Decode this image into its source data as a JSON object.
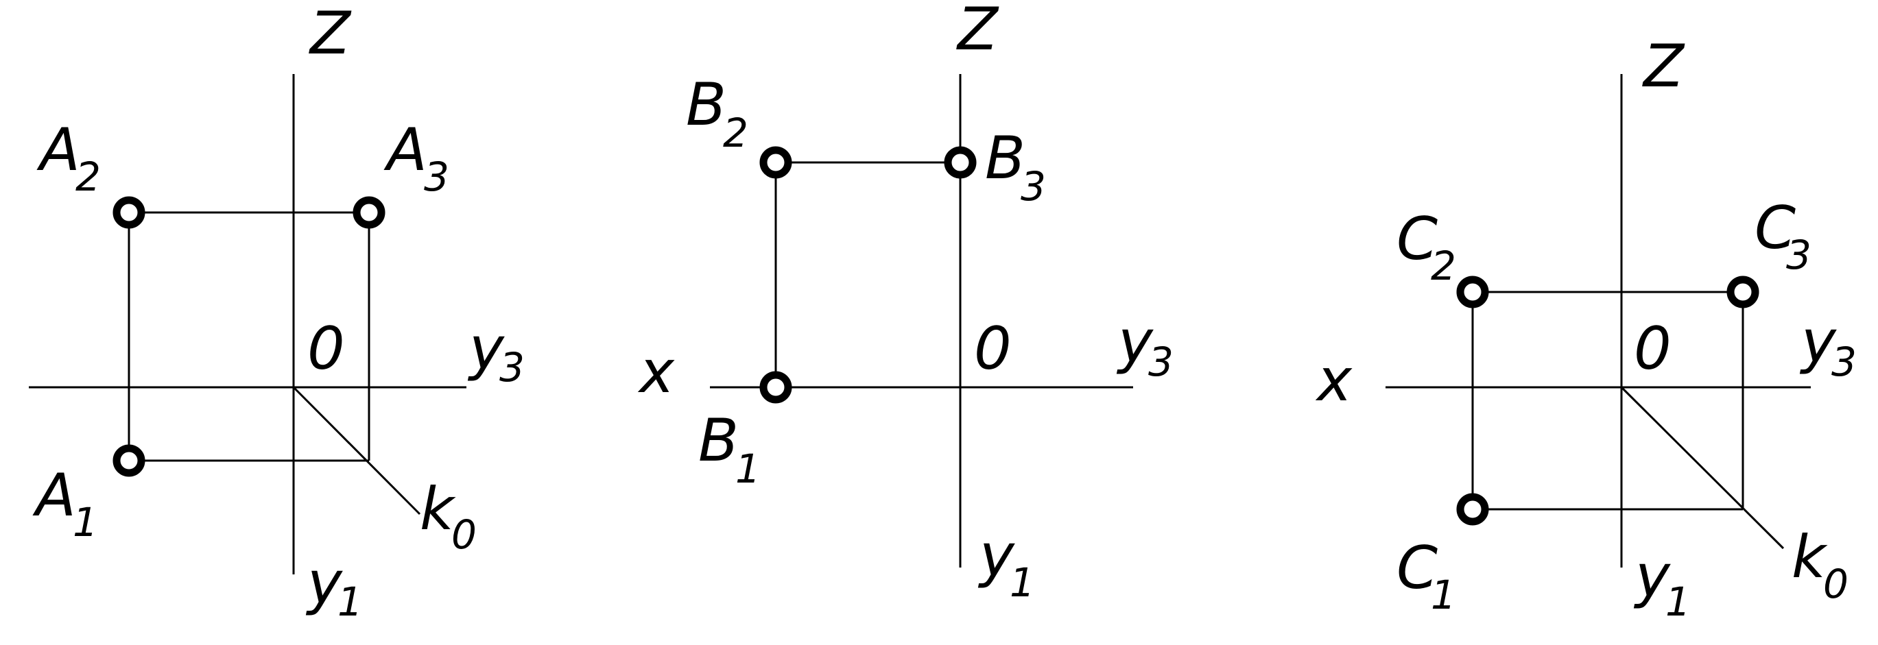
{
  "colors": {
    "line": "#000000",
    "point_fill": "#ffffff",
    "background": "#ffffff"
  },
  "panels": [
    {
      "id": "A",
      "labels": {
        "z": "Z",
        "o": "0",
        "y3": "y",
        "y3_sub": "3",
        "y1": "y",
        "y1_sub": "1",
        "k": "k",
        "k_sub": "0",
        "p2": "A",
        "p2_sub": "2",
        "p3": "A",
        "p3_sub": "3",
        "p1": "A",
        "p1_sub": "1"
      }
    },
    {
      "id": "B",
      "labels": {
        "z": "Z",
        "o": "0",
        "x": "x",
        "y3": "y",
        "y3_sub": "3",
        "y1": "y",
        "y1_sub": "1",
        "p2": "B",
        "p2_sub": "2",
        "p3": "B",
        "p3_sub": "3",
        "p1": "B",
        "p1_sub": "1"
      }
    },
    {
      "id": "C",
      "labels": {
        "z": "Z",
        "o": "0",
        "x": "x",
        "y3": "y",
        "y3_sub": "3",
        "y1": "y",
        "y1_sub": "1",
        "k": "k",
        "k_sub": "0",
        "p2": "C",
        "p2_sub": "2",
        "p3": "C",
        "p3_sub": "3",
        "p1": "C",
        "p1_sub": "1"
      }
    }
  ]
}
